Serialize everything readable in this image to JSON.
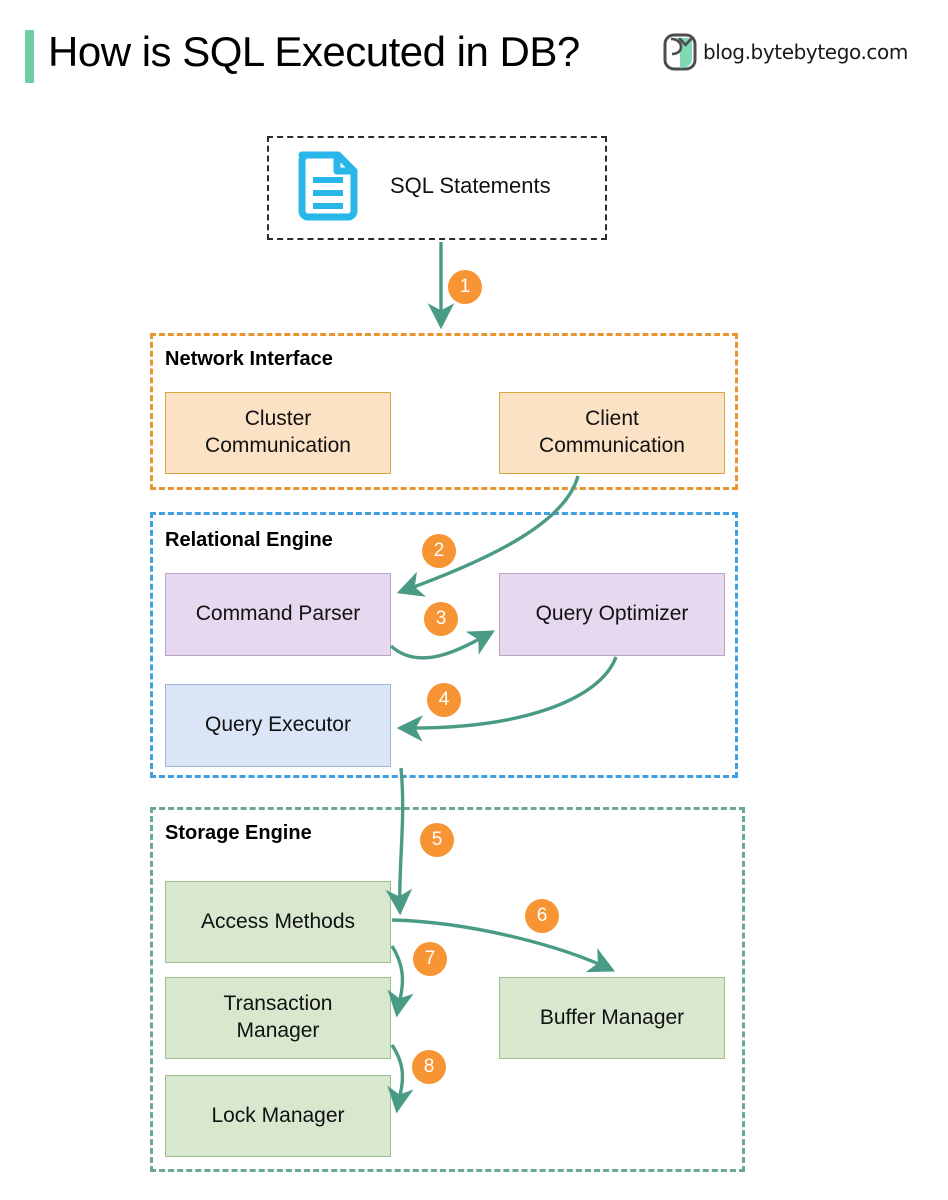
{
  "header": {
    "title": "How is SQL Executed in DB?",
    "brand_text": "blog.bytebytego.com",
    "accent_color": "#6ecfa7",
    "logo_icon": "bytebytego-logo-icon"
  },
  "source": {
    "label": "SQL Statements",
    "icon": "document-icon",
    "icon_color": "#29b6e8",
    "border_style": "dashed-black"
  },
  "groups": [
    {
      "id": "network-interface",
      "title": "Network Interface",
      "border_color": "#e8962f",
      "nodes": [
        {
          "id": "cluster-communication",
          "label": "Cluster\nCommunication",
          "line1": "Cluster",
          "line2": "Communication",
          "fill": "#fce2c4",
          "stroke": "#d9a441"
        },
        {
          "id": "client-communication",
          "label": "Client\nCommunication",
          "line1": "Client",
          "line2": "Communication",
          "fill": "#fce2c4",
          "stroke": "#d9a441"
        }
      ]
    },
    {
      "id": "relational-engine",
      "title": "Relational Engine",
      "border_color": "#3f9fe0",
      "nodes": [
        {
          "id": "command-parser",
          "label": "Command Parser",
          "fill": "#e6d9ef",
          "stroke": "#b9a2c9"
        },
        {
          "id": "query-optimizer",
          "label": "Query Optimizer",
          "fill": "#e6d9ef",
          "stroke": "#b9a2c9"
        },
        {
          "id": "query-executor",
          "label": "Query Executor",
          "fill": "#dae6f7",
          "stroke": "#9bb6d8"
        }
      ]
    },
    {
      "id": "storage-engine",
      "title": "Storage Engine",
      "border_color": "#6aa893",
      "nodes": [
        {
          "id": "access-methods",
          "label": "Access Methods",
          "fill": "#d8e8cf",
          "stroke": "#9dbf8c"
        },
        {
          "id": "transaction-manager",
          "line1": "Transaction",
          "line2": "Manager",
          "label": "Transaction Manager",
          "fill": "#d8e8cf",
          "stroke": "#9dbf8c"
        },
        {
          "id": "lock-manager",
          "label": "Lock Manager",
          "fill": "#d8e8cf",
          "stroke": "#9dbf8c"
        },
        {
          "id": "buffer-manager",
          "label": "Buffer Manager",
          "fill": "#d8e8cf",
          "stroke": "#9dbf8c"
        }
      ]
    }
  ],
  "steps": [
    {
      "n": "1",
      "from": "sql-statements",
      "to": "network-interface"
    },
    {
      "n": "2",
      "from": "client-communication",
      "to": "command-parser"
    },
    {
      "n": "3",
      "from": "command-parser",
      "to": "query-optimizer"
    },
    {
      "n": "4",
      "from": "query-optimizer",
      "to": "query-executor"
    },
    {
      "n": "5",
      "from": "query-executor",
      "to": "access-methods"
    },
    {
      "n": "6",
      "from": "access-methods",
      "to": "buffer-manager"
    },
    {
      "n": "7",
      "from": "access-methods",
      "to": "transaction-manager"
    },
    {
      "n": "8",
      "from": "transaction-manager",
      "to": "lock-manager"
    }
  ],
  "colors": {
    "arrow": "#4a9b86",
    "step_badge": "#f79433",
    "step_text": "#ffffff"
  }
}
